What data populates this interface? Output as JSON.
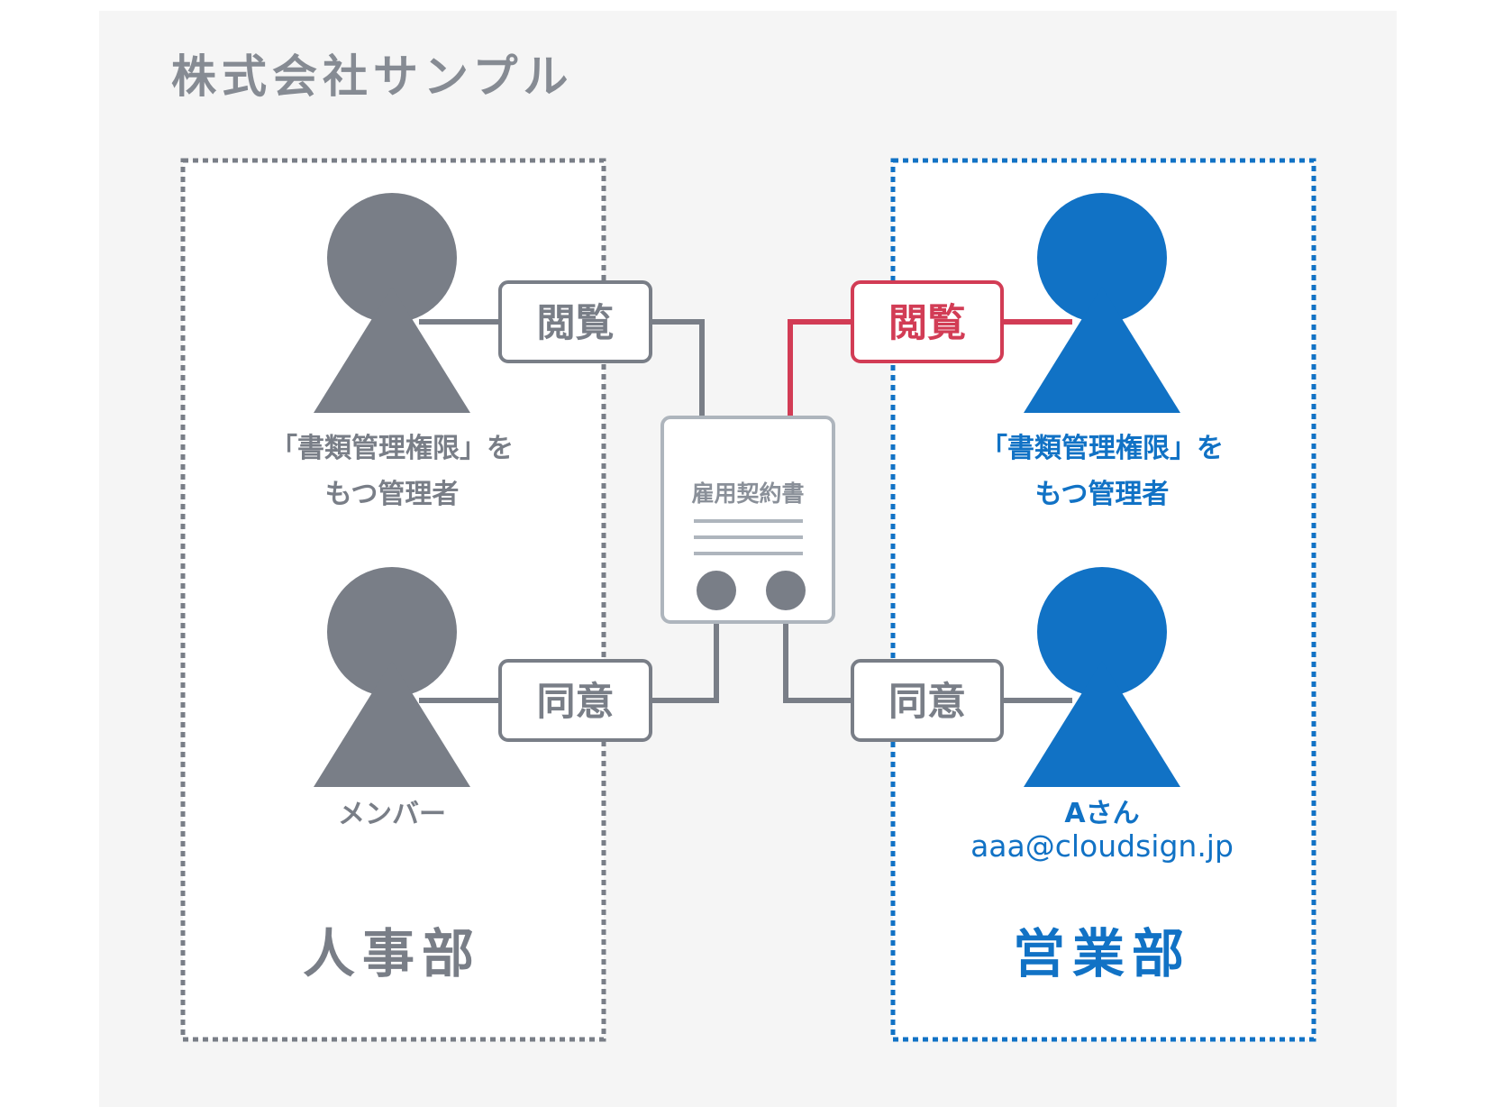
{
  "company_name": "株式会社サンプル",
  "colors": {
    "gray": "#797e87",
    "blue": "#1172c5",
    "red": "#d23c55",
    "background": "#f5f5f5",
    "doc_border": "#aeb5bd"
  },
  "document": {
    "title": "雇用契約書"
  },
  "departments": {
    "hr": {
      "name": "人事部",
      "admin": {
        "role_line1": "「書類管理権限」を",
        "role_line2": "もつ管理者",
        "permission": "閲覧"
      },
      "member": {
        "role": "メンバー",
        "permission": "同意"
      }
    },
    "sales": {
      "name": "営業部",
      "admin": {
        "role_line1": "「書類管理権限」を",
        "role_line2": "もつ管理者",
        "permission": "閲覧"
      },
      "member": {
        "name": "Aさん",
        "email": "aaa@cloudsign.jp",
        "permission": "同意"
      }
    }
  }
}
